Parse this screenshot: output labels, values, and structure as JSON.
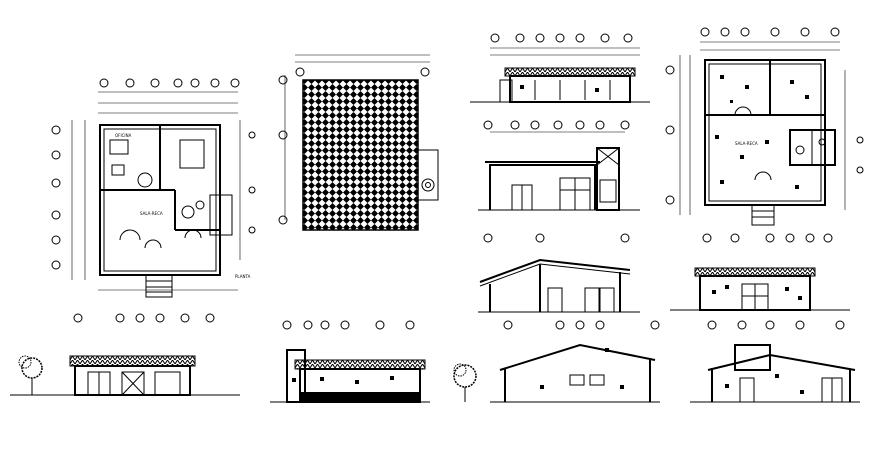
{
  "drawing": {
    "plan_labels": {
      "room_a": "OFICINA",
      "room_b": "SALA-RECA",
      "title_left": "PLANTA",
      "title_roof": "TECHO"
    }
  }
}
